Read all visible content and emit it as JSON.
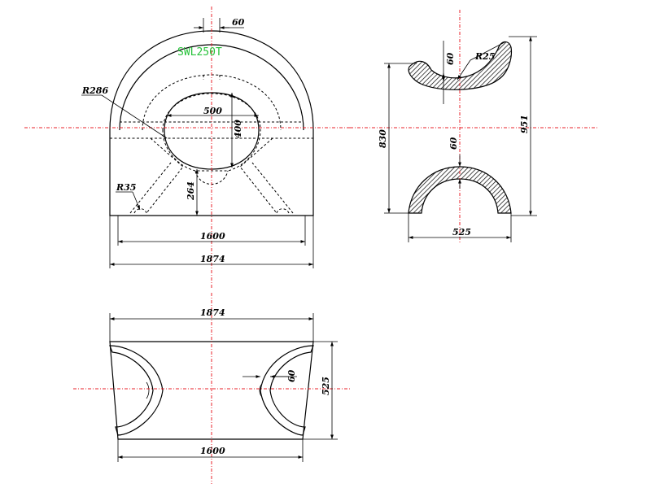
{
  "colors": {
    "line": "#000000",
    "centerline": "#e8202a",
    "swl_label": "#27c23a",
    "hatch": "#000000",
    "background": "#ffffff"
  },
  "front_view": {
    "swl_label": "SWL250T",
    "dim_top_width": "60",
    "dim_opening_width": "500",
    "dim_opening_height": "400",
    "dim_bottom_height": "264",
    "dim_outer_radius": "R286",
    "dim_inner_radius": "R35",
    "dim_base_width": "1600",
    "dim_overall_width": "1874"
  },
  "side_view": {
    "dim_radius": "R25",
    "dim_top_thickness": "60",
    "dim_bottom_thickness": "60",
    "dim_inner_height": "830",
    "dim_overall_height": "951",
    "dim_width": "525"
  },
  "plan_view": {
    "dim_overall_width": "1874",
    "dim_thickness": "60",
    "dim_depth": "525",
    "dim_base_width": "1600"
  }
}
